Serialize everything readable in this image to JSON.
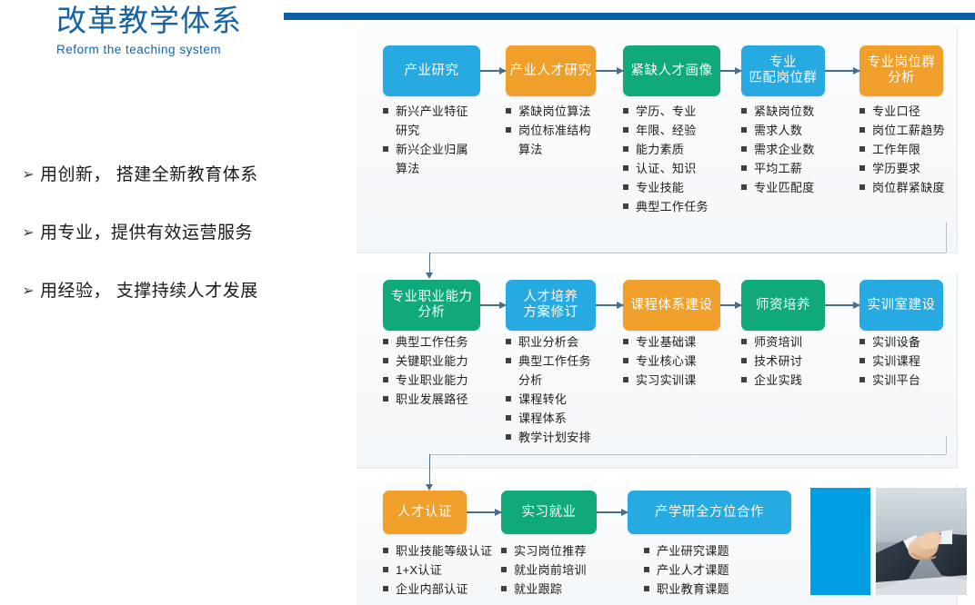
{
  "header": {
    "title_cn": "改革教学体系",
    "title_en": "Reform  the  teaching  system",
    "rule_color": "#0B5FA5",
    "title_color": "#1464A5"
  },
  "bullets": {
    "marker": "➢",
    "items": [
      "用创新，  搭建全新教育体系",
      "用专业，提供有效运营服务",
      "用经验，  支撑持续人才发展"
    ]
  },
  "palette": {
    "blue": "#27A9E1",
    "orange": "#F0A02A",
    "green": "#10A97B",
    "arrow": "#4A6E8A",
    "connector": "#b9bec3",
    "photo_block_blue": "#009FE3"
  },
  "flow": {
    "rows": [
      {
        "id": "row-1",
        "nodes": [
          {
            "label": "产业研究",
            "color": "blue",
            "items": [
              "新兴产业特征",
              "研究",
              "新兴企业归属",
              "算法"
            ],
            "item_is_continuation": [
              false,
              true,
              false,
              true
            ]
          },
          {
            "label": "产业人才研究",
            "color": "orange",
            "items": [
              "紧缺岗位算法",
              "岗位标准结构",
              "算法"
            ],
            "item_is_continuation": [
              false,
              false,
              true
            ]
          },
          {
            "label": "紧缺人才画像",
            "color": "green",
            "items": [
              "学历、专业",
              "年限、经验",
              "能力素质",
              "认证、知识",
              "专业技能",
              "典型工作任务"
            ],
            "item_is_continuation": [
              false,
              false,
              false,
              false,
              false,
              false
            ]
          },
          {
            "label": "专业\n匹配岗位群",
            "color": "blue",
            "items": [
              "紧缺岗位数",
              "需求人数",
              "需求企业数",
              "平均工薪",
              "专业匹配度"
            ],
            "item_is_continuation": [
              false,
              false,
              false,
              false,
              false
            ]
          },
          {
            "label": "专业岗位群\n分析",
            "color": "orange",
            "items": [
              "专业口径",
              "岗位工薪趋势",
              "工作年限",
              "学历要求",
              "岗位群紧缺度"
            ],
            "item_is_continuation": [
              false,
              false,
              false,
              false,
              false
            ]
          }
        ]
      },
      {
        "id": "row-2",
        "nodes": [
          {
            "label": "专业职业能力\n分析",
            "color": "green",
            "items": [
              "典型工作任务",
              "关键职业能力",
              "专业职业能力",
              "职业发展路径"
            ],
            "item_is_continuation": [
              false,
              false,
              false,
              false
            ]
          },
          {
            "label": "人才培养\n方案修订",
            "color": "blue",
            "items": [
              "职业分析会",
              "典型工作任务",
              "分析",
              "课程转化",
              "课程体系",
              "教学计划安排"
            ],
            "item_is_continuation": [
              false,
              false,
              true,
              false,
              false,
              false
            ]
          },
          {
            "label": "课程体系建设",
            "color": "orange",
            "items": [
              "专业基础课",
              "专业核心课",
              "实习实训课"
            ],
            "item_is_continuation": [
              false,
              false,
              false
            ]
          },
          {
            "label": "师资培养",
            "color": "green",
            "items": [
              "师资培训",
              "技术研讨",
              "企业实践"
            ],
            "item_is_continuation": [
              false,
              false,
              false
            ]
          },
          {
            "label": "实训室建设",
            "color": "blue",
            "items": [
              "实训设备",
              "实训课程",
              "实训平台"
            ],
            "item_is_continuation": [
              false,
              false,
              false
            ]
          }
        ]
      },
      {
        "id": "row-3",
        "nodes": [
          {
            "label": "人才认证",
            "color": "orange",
            "items": [
              "职业技能等级认证",
              "1+X认证",
              "企业内部认证"
            ],
            "item_is_continuation": [
              false,
              false,
              false
            ]
          },
          {
            "label": "实习就业",
            "color": "green",
            "items": [
              "实习岗位推荐",
              "就业岗前培训",
              "就业跟踪"
            ],
            "item_is_continuation": [
              false,
              false,
              false
            ]
          },
          {
            "label": "产学研全方位合作",
            "color": "blue",
            "items": [
              "产业研究课题",
              "产业人才课题",
              "职业教育课题"
            ],
            "item_is_continuation": [
              false,
              false,
              false
            ]
          }
        ]
      }
    ]
  },
  "decor": {
    "photo_alt": "handshake-photo"
  }
}
